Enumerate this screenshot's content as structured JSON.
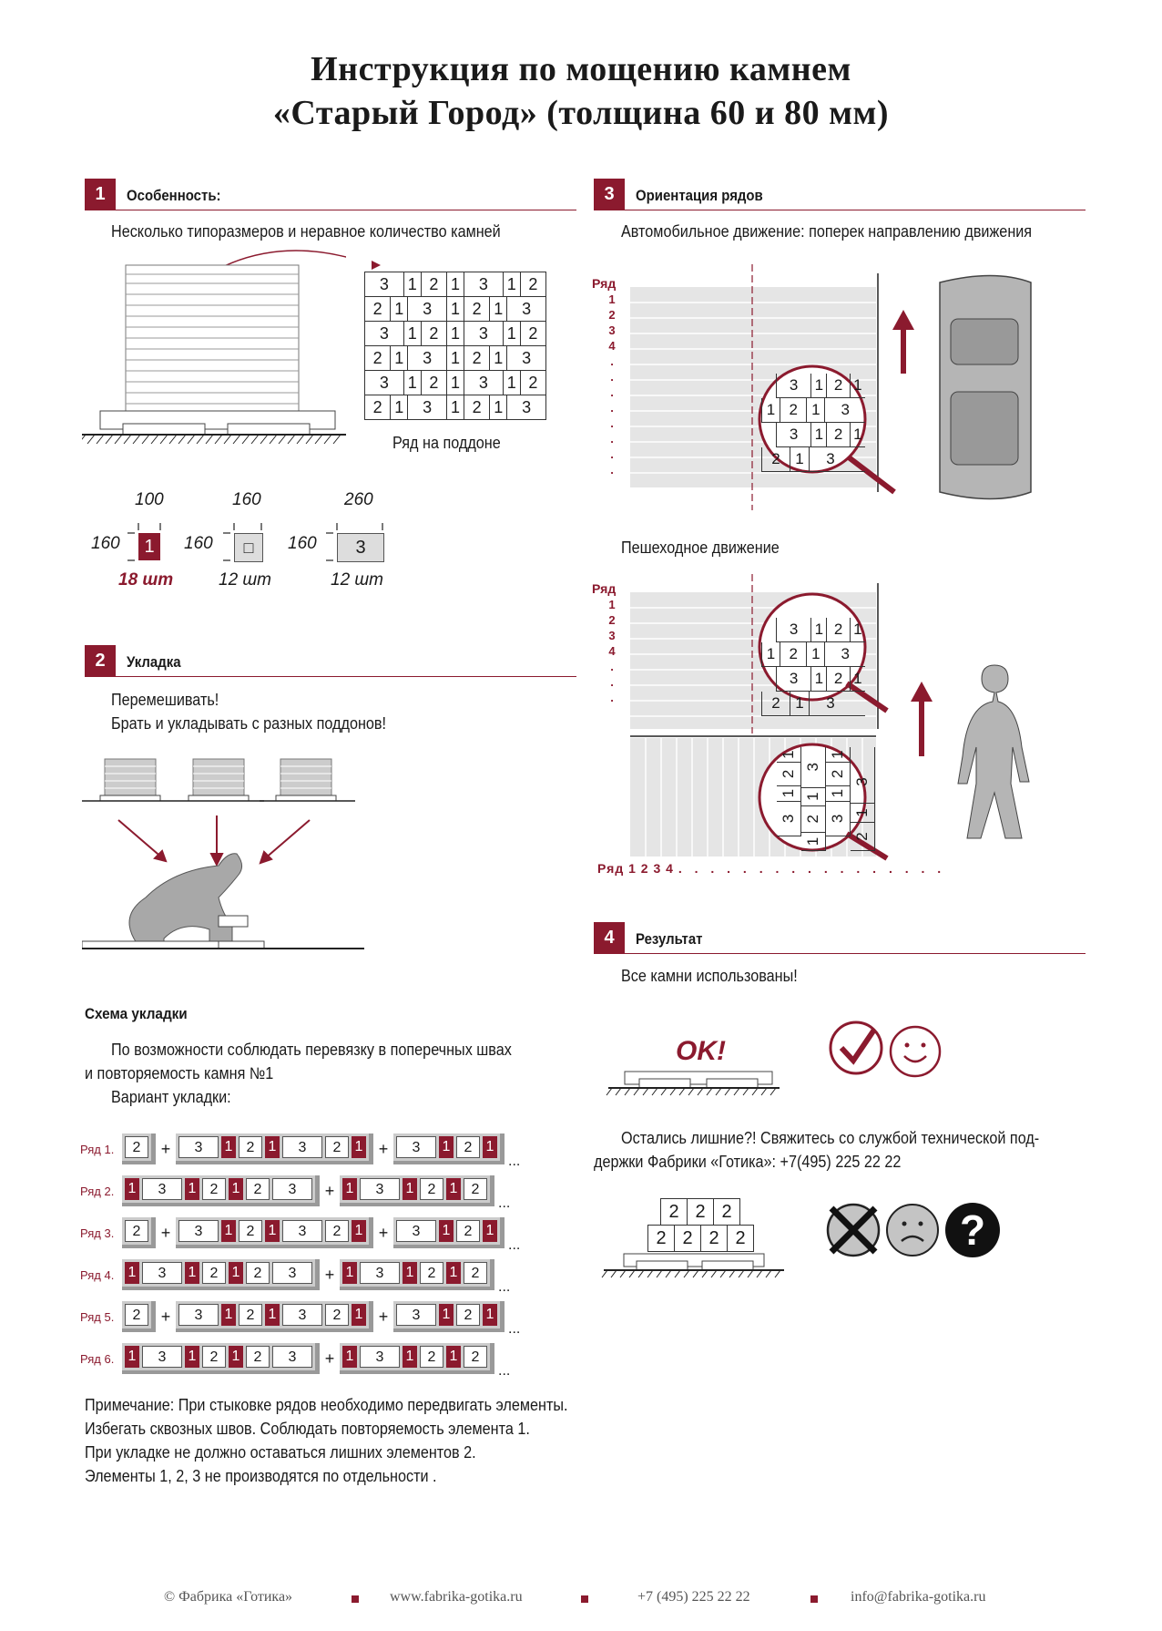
{
  "title": {
    "line1": "Инструкция по мощению камнем",
    "line2": "«Старый Город» (толщина 60 и 80 мм)"
  },
  "section1": {
    "num": "1",
    "heading": "Особенность:",
    "text": "Несколько типоразмеров и неравное количество камней",
    "pallet_rows": [
      [
        "3",
        "1",
        "2",
        "1",
        "3",
        "1",
        "2"
      ],
      [
        "2",
        "1",
        "3",
        "1",
        "2",
        "1",
        "3"
      ],
      [
        "3",
        "1",
        "2",
        "1",
        "3",
        "1",
        "2"
      ],
      [
        "2",
        "1",
        "3",
        "1",
        "2",
        "1",
        "3"
      ],
      [
        "3",
        "1",
        "2",
        "1",
        "3",
        "1",
        "2"
      ],
      [
        "2",
        "1",
        "3",
        "1",
        "2",
        "1",
        "3"
      ]
    ],
    "pallet_caption": "Ряд на поддоне",
    "stones": [
      {
        "top": "100",
        "side": "160",
        "label": "1",
        "count": "18 шт"
      },
      {
        "top": "160",
        "side": "160",
        "label": "□",
        "count": "12 шт"
      },
      {
        "top": "260",
        "side": "160",
        "label": "3",
        "count": "12 шт"
      }
    ]
  },
  "section2": {
    "num": "2",
    "heading": "Укладка",
    "line1": "Перемешивать!",
    "line2": "Брать и укладывать с разных поддонов!"
  },
  "scheme": {
    "heading": "Схема укладки",
    "line1": "По возможности соблюдать перевязку в поперечных швах",
    "line2": "и повторяемость камня №1",
    "line3": "Вариант укладки:",
    "rows": [
      {
        "label": "Ряд 1.",
        "a": [
          "2"
        ],
        "b": [
          "3",
          "1",
          "2",
          "1",
          "3",
          "2",
          "1"
        ],
        "c": [
          "3",
          "1",
          "2",
          "1"
        ]
      },
      {
        "label": "Ряд 2.",
        "a": [
          "1",
          "3",
          "1",
          "2",
          "1",
          "2",
          "3"
        ],
        "b": [
          "1",
          "3",
          "1",
          "2",
          "1",
          "2"
        ],
        "c": []
      },
      {
        "label": "Ряд 3.",
        "a": [
          "2"
        ],
        "b": [
          "3",
          "1",
          "2",
          "1",
          "3",
          "2",
          "1"
        ],
        "c": [
          "3",
          "1",
          "2",
          "1"
        ]
      },
      {
        "label": "Ряд 4.",
        "a": [
          "1",
          "3",
          "1",
          "2",
          "1",
          "2",
          "3"
        ],
        "b": [
          "1",
          "3",
          "1",
          "2",
          "1",
          "2"
        ],
        "c": []
      },
      {
        "label": "Ряд 5.",
        "a": [
          "2"
        ],
        "b": [
          "3",
          "1",
          "2",
          "1",
          "3",
          "2",
          "1"
        ],
        "c": [
          "3",
          "1",
          "2",
          "1"
        ]
      },
      {
        "label": "Ряд 6.",
        "a": [
          "1",
          "3",
          "1",
          "2",
          "1",
          "2",
          "3"
        ],
        "b": [
          "1",
          "3",
          "1",
          "2",
          "1",
          "2"
        ],
        "c": []
      }
    ],
    "plus": "+",
    "ellipsis": "...",
    "note1": "Примечание: При стыковке рядов необходимо передвигать элементы.",
    "note2": "Избегать сквозных швов. Соблюдать повторяемость элемента 1.",
    "note3": "При укладке не должно оставаться лишних элементов 2.",
    "note4": "Элементы 1, 2, 3 не производятся по отдельности ."
  },
  "section3": {
    "num": "3",
    "heading": "Ориентация рядов",
    "auto_text": "Автомобильное движение: поперек направлению движения",
    "ped_text": "Пешеходное движение",
    "row_label": "Ряд",
    "row_numbers": [
      "1",
      "2",
      "3",
      "4"
    ],
    "bottom_row": "Ряд  1  2  3  4",
    "magnifier_rows": [
      [
        "3",
        "1",
        "2",
        "1"
      ],
      [
        "1",
        "2",
        "1",
        "3"
      ],
      [
        "3",
        "1",
        "2",
        "1"
      ],
      [
        "2",
        "1",
        "3"
      ]
    ]
  },
  "section4": {
    "num": "4",
    "heading": "Результат",
    "text": "Все камни использованы!",
    "ok": "OK!",
    "leftover1": "Остались лишние?! Свяжитесь со службой технической под-",
    "leftover2": "держки Фабрики «Готика»:  +7(495) 225 22 22",
    "stack_top": [
      "2",
      "2",
      "2"
    ],
    "stack_bottom": [
      "2",
      "2",
      "2",
      "2"
    ],
    "question": "?"
  },
  "footer": {
    "copyright": "© Фабрика «Готика»",
    "site": "www.fabrika-gotika.ru",
    "phone": "+7 (495) 225 22 22",
    "email": "info@fabrika-gotika.ru"
  },
  "colors": {
    "accent": "#8b1a2e",
    "gray": "#b0b0b0"
  }
}
